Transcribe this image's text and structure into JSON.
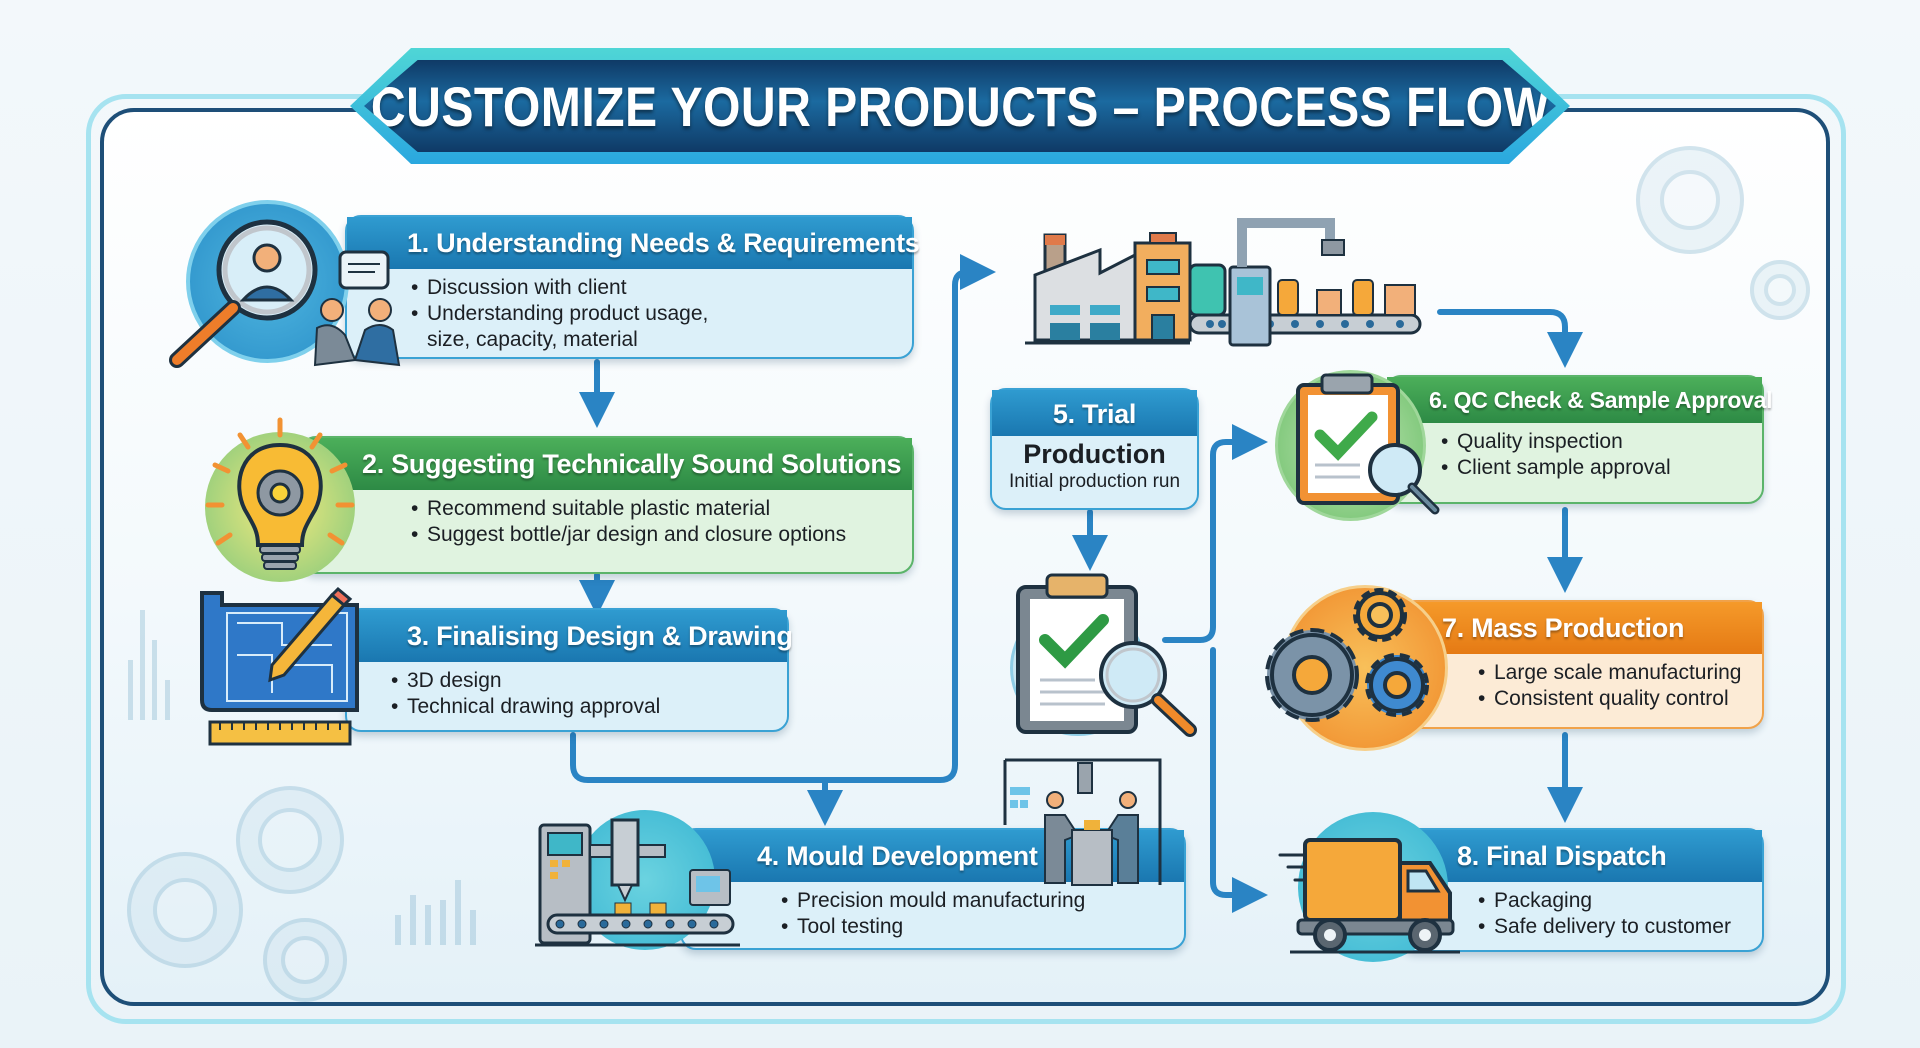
{
  "title": "CUSTOMIZE YOUR PRODUCTS – PROCESS FLOW",
  "colors": {
    "primary_blue": "#1a77b0",
    "green": "#2d8a45",
    "orange": "#e57a14",
    "dark_navy": "#0f3a66",
    "arrow_blue": "#2a84c4"
  },
  "steps": [
    {
      "label": "1. Understanding Needs & Requirements",
      "theme": "blue",
      "icon": "magnifier-client-meeting-icon",
      "bullets": [
        "Discussion with client",
        "Understanding product usage,"
      ],
      "continuation": "size, capacity, material"
    },
    {
      "label": "2. Suggesting Technically Sound Solutions",
      "theme": "green",
      "icon": "lightbulb-gear-icon",
      "bullets": [
        "Recommend suitable plastic material",
        "Suggest bottle/jar design and closure options"
      ]
    },
    {
      "label": "3. Finalising Design & Drawing",
      "theme": "blue",
      "icon": "blueprint-pencil-icon",
      "bullets": [
        "3D design",
        "Technical drawing approval"
      ]
    },
    {
      "label": "4. Mould Development",
      "theme": "blue",
      "icon": "cnc-machine-icon",
      "bullets": [
        "Precision mould manufacturing",
        "Tool testing"
      ]
    },
    {
      "label": "5. Trial",
      "sublabel": "Production",
      "theme": "blue",
      "icon": "factory-conveyor-icon",
      "description": "Initial production run"
    },
    {
      "label": "6. QC Check & Sample Approval",
      "theme": "green",
      "icon": "clipboard-check-icon",
      "bullets": [
        "Quality inspection",
        "Client sample approval"
      ]
    },
    {
      "label": "7. Mass Production",
      "theme": "orange",
      "icon": "gears-icon",
      "bullets": [
        "Large scale manufacturing",
        "Consistent quality control"
      ]
    },
    {
      "label": "8. Final Dispatch",
      "theme": "blue",
      "icon": "delivery-truck-icon",
      "bullets": [
        "Packaging",
        "Safe delivery to customer"
      ]
    }
  ]
}
